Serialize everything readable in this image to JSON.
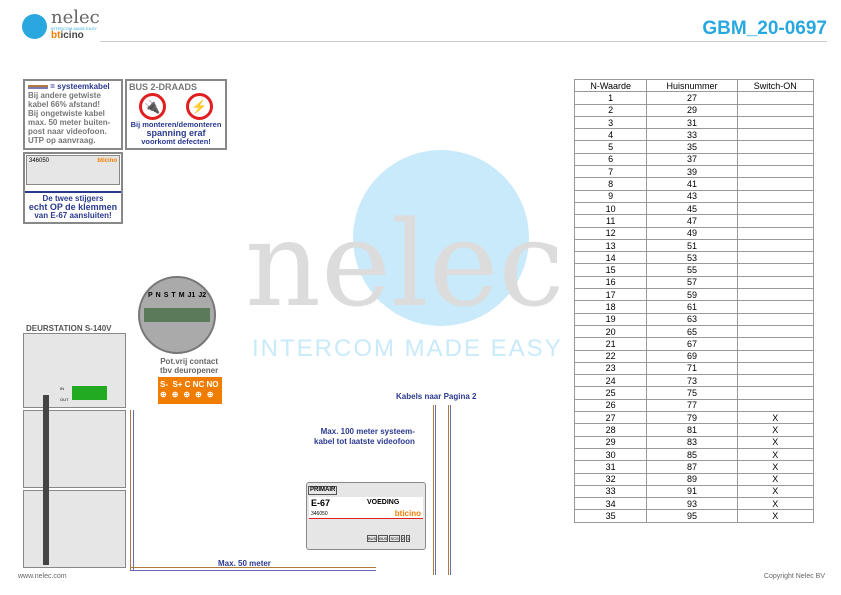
{
  "header": {
    "brand": "nelec",
    "brand_sub": "INTERCOM MADE EASY",
    "brand2_a": "bt",
    "brand2_b": "icino",
    "doc_id": "GBM_20-0697"
  },
  "note_box": {
    "legend": "= systeemkabel",
    "lines": [
      "Bij andere getwiste",
      "kabel 66% afstand!",
      "Bij ongetwiste kabel",
      "max. 50 meter buiten-",
      "post naar videofoon.",
      "UTP op aanvraag."
    ]
  },
  "bus_box": {
    "title": "BUS 2-DRAADS",
    "warning": [
      "Bij monteren/demonteren",
      "spanning eraf",
      "voorkomt defecten!"
    ]
  },
  "e67_small": {
    "code": "346050",
    "brand": "bticino",
    "note": [
      "De twee stijgers",
      "echt OP de klemmen",
      "van E-67 aansluiten!"
    ]
  },
  "doorstation": {
    "title": "DEURSTATION S-140V",
    "terminals": [
      "P",
      "N",
      "S",
      "T",
      "M",
      "J1",
      "J2"
    ],
    "in": "IN",
    "out": "OUT"
  },
  "contact": {
    "title": [
      "Pot.vrij contact",
      "tbv deuropener"
    ],
    "terminals": "S-  S+ C NC NO"
  },
  "power": {
    "primair": "PRIMAIR",
    "model": "E-67",
    "label": "VOEDING",
    "code": "346050",
    "brand": "bticino",
    "terms": [
      "BUS",
      "BUS",
      "SCS",
      "2",
      "1"
    ]
  },
  "annotations": {
    "cables": "Kabels naar Pagina 2",
    "max100": [
      "Max. 100 meter systeem-",
      "kabel tot laatste videofoon"
    ],
    "max50": "Max. 50 meter"
  },
  "table": {
    "headers": [
      "N-Waarde",
      "Huisnummer",
      "Switch-ON"
    ],
    "rows": [
      [
        "1",
        "27",
        ""
      ],
      [
        "2",
        "29",
        ""
      ],
      [
        "3",
        "31",
        ""
      ],
      [
        "4",
        "33",
        ""
      ],
      [
        "5",
        "35",
        ""
      ],
      [
        "6",
        "37",
        ""
      ],
      [
        "7",
        "39",
        ""
      ],
      [
        "8",
        "41",
        ""
      ],
      [
        "9",
        "43",
        ""
      ],
      [
        "10",
        "45",
        ""
      ],
      [
        "11",
        "47",
        ""
      ],
      [
        "12",
        "49",
        ""
      ],
      [
        "13",
        "51",
        ""
      ],
      [
        "14",
        "53",
        ""
      ],
      [
        "15",
        "55",
        ""
      ],
      [
        "16",
        "57",
        ""
      ],
      [
        "17",
        "59",
        ""
      ],
      [
        "18",
        "61",
        ""
      ],
      [
        "19",
        "63",
        ""
      ],
      [
        "20",
        "65",
        ""
      ],
      [
        "21",
        "67",
        ""
      ],
      [
        "22",
        "69",
        ""
      ],
      [
        "23",
        "71",
        ""
      ],
      [
        "24",
        "73",
        ""
      ],
      [
        "25",
        "75",
        ""
      ],
      [
        "26",
        "77",
        ""
      ],
      [
        "27",
        "79",
        "X"
      ],
      [
        "28",
        "81",
        "X"
      ],
      [
        "29",
        "83",
        "X"
      ],
      [
        "30",
        "85",
        "X"
      ],
      [
        "31",
        "87",
        "X"
      ],
      [
        "32",
        "89",
        "X"
      ],
      [
        "33",
        "91",
        "X"
      ],
      [
        "34",
        "93",
        "X"
      ],
      [
        "35",
        "95",
        "X"
      ]
    ]
  },
  "footer": {
    "left": "www.nelec.com",
    "right": "Copyright Nelec BV"
  }
}
